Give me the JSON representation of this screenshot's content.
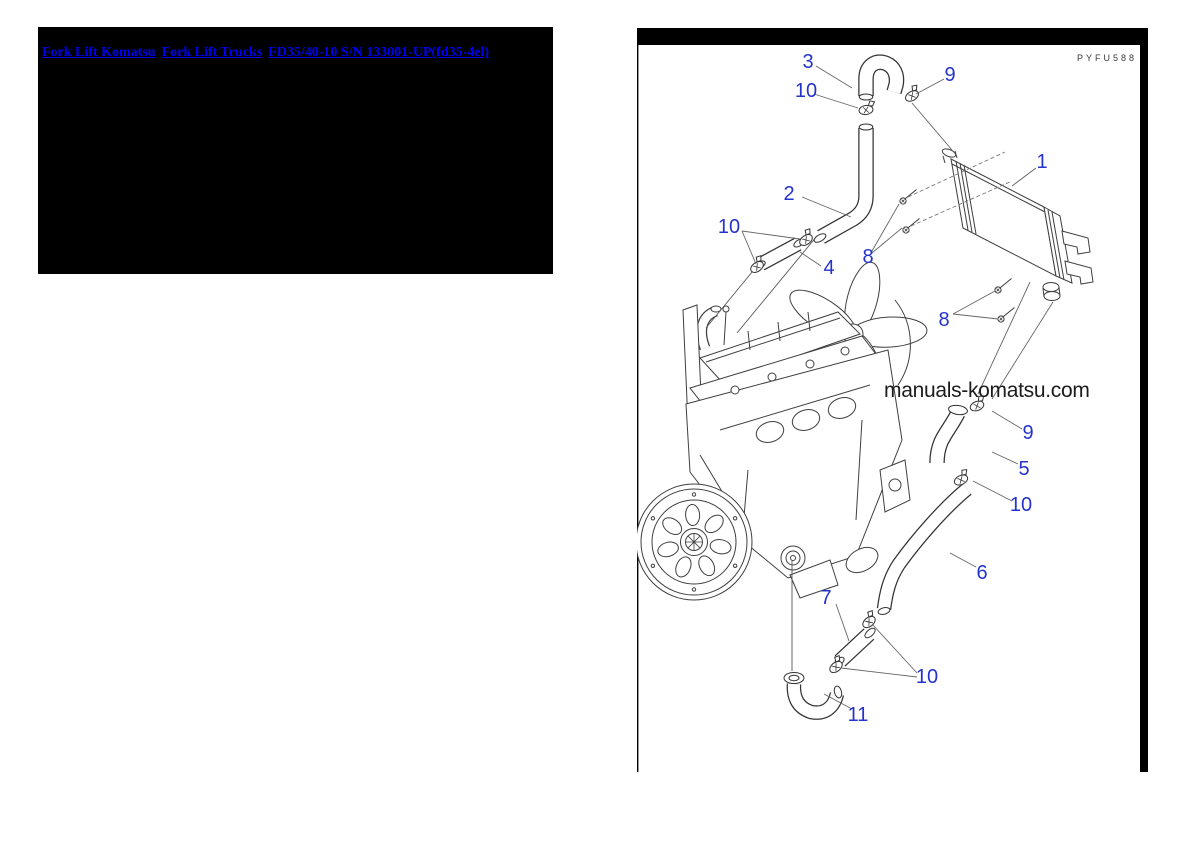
{
  "breadcrumb": {
    "links": [
      {
        "label": "Fork Lift Komatsu"
      },
      {
        "label": "Fork Lift Trucks"
      },
      {
        "label": "FD35/40-10 S/N 133001-UP(fd35-4el)"
      }
    ],
    "link_color": "#0000ee"
  },
  "diagram": {
    "code": "PYFU588",
    "watermark": "manuals-komatsu.com",
    "callout_color": "#2433cc",
    "callouts": [
      {
        "label": "3"
      },
      {
        "label": "9"
      },
      {
        "label": "10"
      },
      {
        "label": "1"
      },
      {
        "label": "2"
      },
      {
        "label": "10"
      },
      {
        "label": "8"
      },
      {
        "label": "4"
      },
      {
        "label": "8"
      },
      {
        "label": "9"
      },
      {
        "label": "5"
      },
      {
        "label": "10"
      },
      {
        "label": "6"
      },
      {
        "label": "7"
      },
      {
        "label": "10"
      },
      {
        "label": "11"
      }
    ]
  }
}
